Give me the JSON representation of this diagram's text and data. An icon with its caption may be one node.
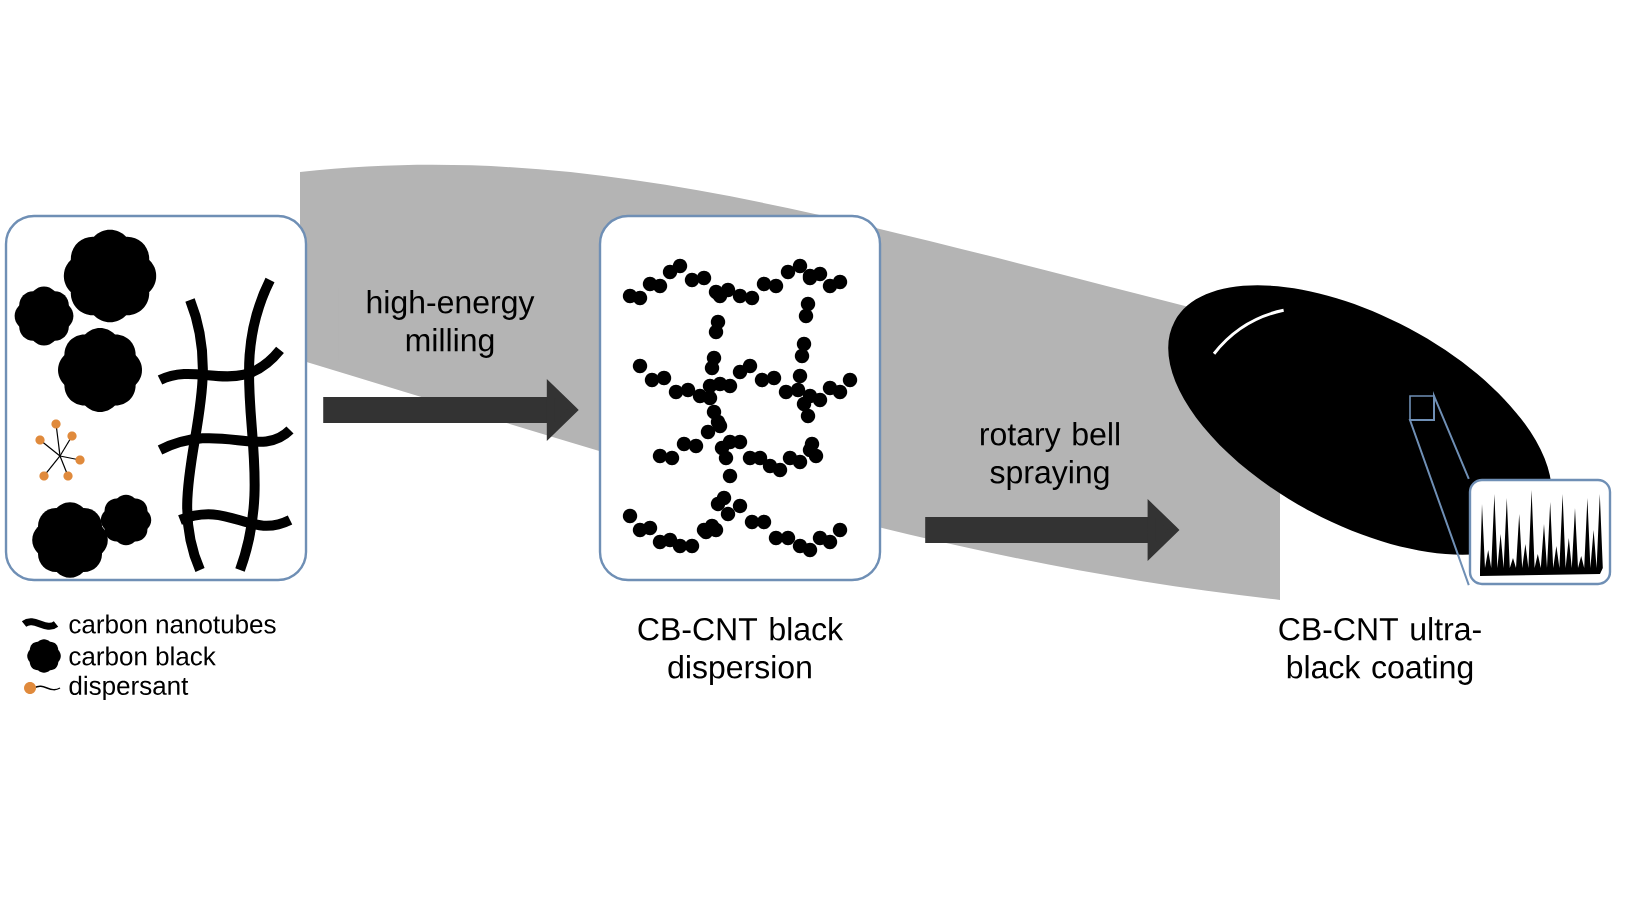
{
  "diagram": {
    "nodes": [
      {
        "text": [],
        "shape": "picture"
      },
      {
        "text": [],
        "shape": "picture",
        "beside": [
          "CB-CNT black dispersion"
        ]
      },
      {
        "text": [],
        "shape": "picture"
      },
      {
        "text": [],
        "shape": "picture"
      }
    ],
    "edges": [
      {
        "from": 0,
        "to": 1,
        "arrow": "to",
        "label": "high-energy milling"
      },
      {
        "from": 1,
        "to": 2,
        "arrow": "to",
        "label": "rotary bell spraying"
      },
      {
        "from": 2,
        "to": 3,
        "arrow": "none",
        "color": "#6f8fb5"
      }
    ],
    "labels": [
      "CB-CNT ultra-black coating"
    ],
    "legend": [
      {
        "text": "carbon nanotubes"
      },
      {
        "text": "carbon black"
      },
      {
        "text": "dispersant"
      }
    ]
  }
}
